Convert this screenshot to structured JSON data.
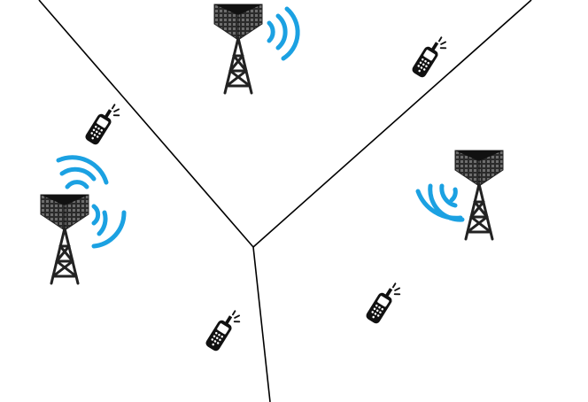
{
  "colors": {
    "line": "#000000",
    "signal": "#1ba1e2",
    "tower": "#222222",
    "tower_top": "#333333",
    "phone": "#111111",
    "background": "#ffffff"
  },
  "icons": {
    "tower": "cell-tower-icon",
    "signal": "signal-waves-icon",
    "phone": "mobile-phone-icon"
  },
  "counts": {
    "towers": 3,
    "phones": 4,
    "boundaries": 3
  }
}
